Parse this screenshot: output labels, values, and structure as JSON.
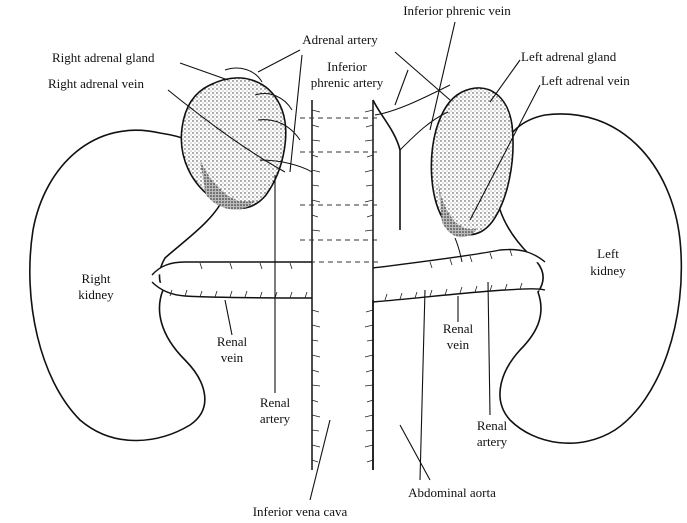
{
  "labels": {
    "inferior_phrenic_vein": "Inferior phrenic vein",
    "adrenal_artery": "Adrenal artery",
    "inferior_phrenic_artery_line1": "Inferior",
    "inferior_phrenic_artery_line2": "phrenic artery",
    "right_adrenal_gland": "Right adrenal gland",
    "right_adrenal_vein": "Right adrenal vein",
    "left_adrenal_gland": "Left adrenal gland",
    "left_adrenal_vein": "Left adrenal vein",
    "right_kidney_line1": "Right",
    "right_kidney_line2": "kidney",
    "left_kidney_line1": "Left",
    "left_kidney_line2": "kidney",
    "renal_vein_right_line1": "Renal",
    "renal_vein_right_line2": "vein",
    "renal_vein_left_line1": "Renal",
    "renal_vein_left_line2": "vein",
    "renal_artery_right_line1": "Renal",
    "renal_artery_right_line2": "artery",
    "renal_artery_left_line1": "Renal",
    "renal_artery_left_line2": "artery",
    "inferior_vena_cava": "Inferior vena cava",
    "abdominal_aorta": "Abdominal aorta"
  }
}
